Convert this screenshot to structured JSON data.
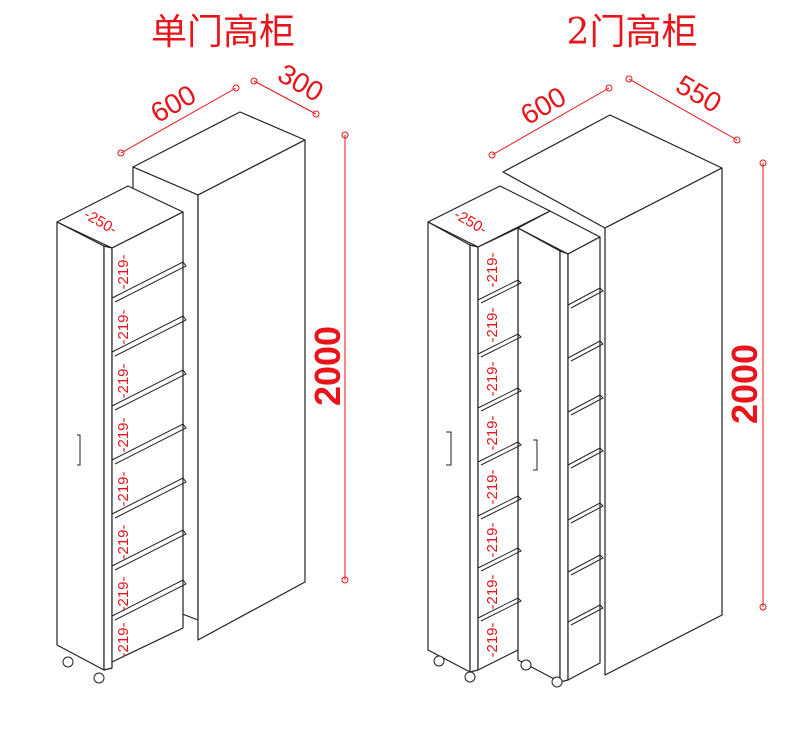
{
  "left": {
    "title": "单门高柜",
    "width": "600",
    "depth": "300",
    "height": "2000",
    "pullout_width": "-250-",
    "shelf_gap": "-219-"
  },
  "right": {
    "title": "2门高柜",
    "width": "600",
    "depth": "550",
    "height": "2000",
    "pullout_width": "-250-",
    "shelf_gap": "-219-"
  },
  "colors": {
    "dimension": "#e8141a",
    "outline": "#222222"
  }
}
